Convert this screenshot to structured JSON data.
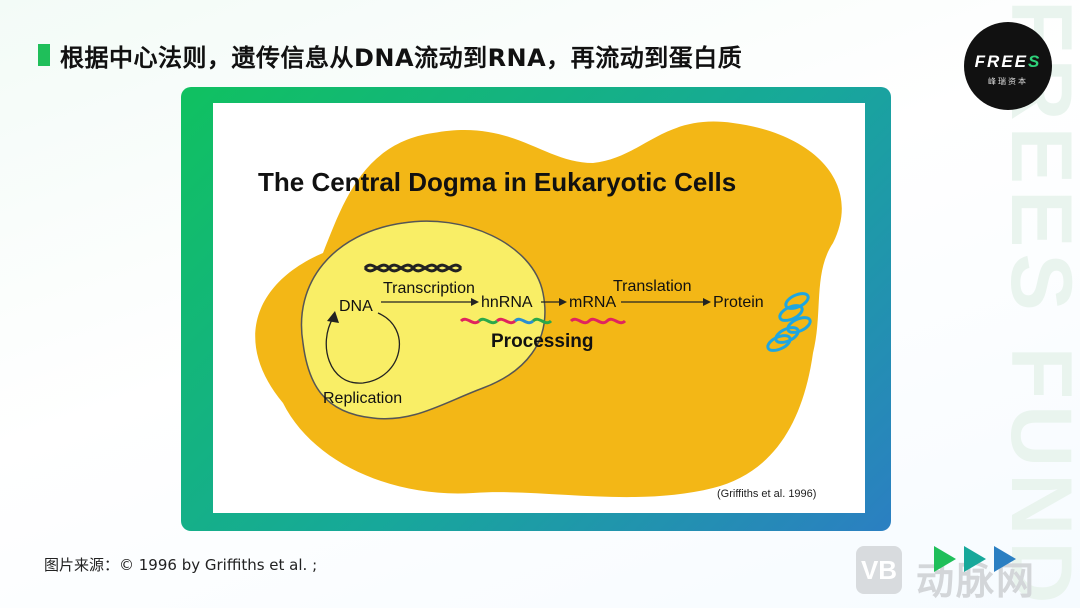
{
  "header": {
    "title": "根据中心法则，遗传信息从DNA流动到RNA，再流动到蛋白质"
  },
  "logo": {
    "main_prefix": "FREE",
    "main_suffix": "S",
    "sub": "峰瑞资本"
  },
  "watermark": "FREES FUND",
  "diagram": {
    "title": "The Central Dogma in Eukaryotic Cells",
    "labels": {
      "dna": "DNA",
      "transcription": "Transcription",
      "hnrna": "hnRNA",
      "mrna": "mRNA",
      "translation": "Translation",
      "protein": "Protein",
      "processing": "Processing",
      "replication": "Replication"
    },
    "citation": "(Griffiths et al. 1996)",
    "colors": {
      "cell": "#f3b716",
      "nucleus": "#f9ee66",
      "rna_red": "#e0245e",
      "rna_green": "#2aa84a",
      "rna_blue": "#2a8fd0",
      "protein": "#1fa6e0"
    }
  },
  "footer": {
    "source": "图片来源：© 1996 by Griffiths et al. ;"
  },
  "brand": {
    "badge": "VB",
    "text": "动脉网"
  },
  "colors": {
    "accent_green": "#1fbf5a",
    "frame_start": "#10c160",
    "frame_end": "#2b7fc2"
  }
}
